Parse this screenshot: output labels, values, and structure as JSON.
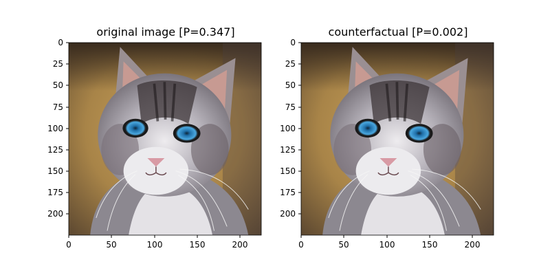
{
  "panels": [
    {
      "title": "original image [P=0.347]",
      "image": "cat-kitten-photo",
      "x_ticks": [
        "0",
        "50",
        "100",
        "150",
        "200"
      ],
      "y_ticks": [
        "0",
        "25",
        "50",
        "75",
        "100",
        "125",
        "150",
        "175",
        "200"
      ]
    },
    {
      "title": "counterfactual [P=0.002]",
      "image": "cat-kitten-photo",
      "x_ticks": [
        "0",
        "50",
        "100",
        "150",
        "200"
      ],
      "y_ticks": [
        "0",
        "25",
        "50",
        "75",
        "100",
        "125",
        "150",
        "175",
        "200"
      ]
    }
  ],
  "colors": {
    "background": "#ffffff",
    "axis": "#000000",
    "photo_bg_warm": "#b08a4a",
    "photo_bg_dark": "#4a3a26",
    "fur_white": "#e6e4e6",
    "fur_gray": "#8a8690",
    "fur_dark": "#3a3234",
    "eye_blue": "#2f8fcf",
    "nose_pink": "#d89aa4"
  }
}
